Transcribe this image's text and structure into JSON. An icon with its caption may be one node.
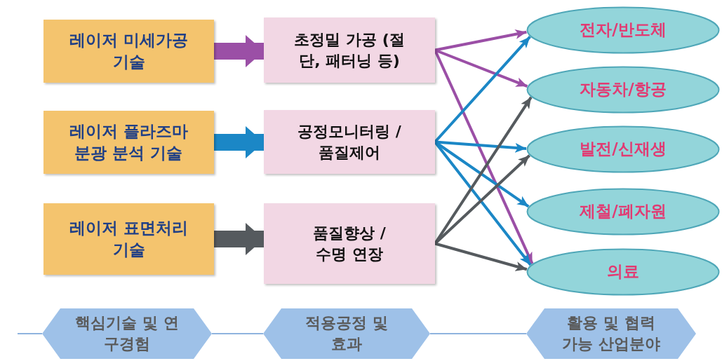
{
  "diagram": {
    "nodes": [
      {
        "text": [
          "레이저 미세가공 기술"
        ]
      },
      {
        "text": [
          "레이저 플라즈마 분광 분석 기술"
        ]
      },
      {
        "text": [
          "레이저 표면처리 기술"
        ]
      },
      {
        "text": [
          "초정밀 가공 (절단, 패터닝 등)"
        ]
      },
      {
        "text": [
          "공정모니터링 / 품질제어"
        ]
      },
      {
        "text": [
          "품질향상 / 수명 연장"
        ]
      },
      {
        "text": [
          "전자/반도체"
        ]
      },
      {
        "text": [
          "자동차/항공"
        ]
      },
      {
        "text": [
          "발전/신재생"
        ]
      },
      {
        "text": [
          "제철/폐자원"
        ]
      },
      {
        "text": [
          "의료"
        ]
      },
      {
        "text": [
          "핵심기술 및 연구경험"
        ]
      },
      {
        "text": [
          "적용공정 및 효과"
        ]
      },
      {
        "text": [
          "활용 및 협력 가능 산업분야"
        ]
      }
    ],
    "edges": [
      {
        "from": 0,
        "to": 3,
        "arrow": "to",
        "style": "thick",
        "color": "#9b4fa6"
      },
      {
        "from": 1,
        "to": 4,
        "arrow": "to",
        "style": "thick",
        "color": "#1b87c6"
      },
      {
        "from": 2,
        "to": 5,
        "arrow": "to",
        "style": "thick",
        "color": "#555a5e"
      },
      {
        "from": 3,
        "to": 6,
        "arrow": "to",
        "color": "#9b4fa6"
      },
      {
        "from": 3,
        "to": 7,
        "arrow": "to",
        "color": "#9b4fa6"
      },
      {
        "from": 3,
        "to": 10,
        "arrow": "to",
        "color": "#9b4fa6"
      },
      {
        "from": 4,
        "to": 6,
        "arrow": "to",
        "color": "#1b87c6"
      },
      {
        "from": 4,
        "to": 8,
        "arrow": "to",
        "color": "#1b87c6"
      },
      {
        "from": 4,
        "to": 9,
        "arrow": "to",
        "color": "#1b87c6"
      },
      {
        "from": 4,
        "to": 10,
        "arrow": "to",
        "color": "#1b87c6"
      },
      {
        "from": 5,
        "to": 7,
        "arrow": "to",
        "color": "#555a5e"
      },
      {
        "from": 5,
        "to": 8,
        "arrow": "to",
        "color": "#555a5e"
      },
      {
        "from": 5,
        "to": 10,
        "arrow": "to",
        "color": "#555a5e"
      },
      {
        "from": null,
        "to": 11,
        "arrow": "none",
        "color": "#8fb4de"
      },
      {
        "from": 11,
        "to": 12,
        "arrow": "none",
        "color": "#8fb4de"
      },
      {
        "from": 12,
        "to": 13,
        "arrow": "none",
        "color": "#8fb4de"
      }
    ]
  }
}
